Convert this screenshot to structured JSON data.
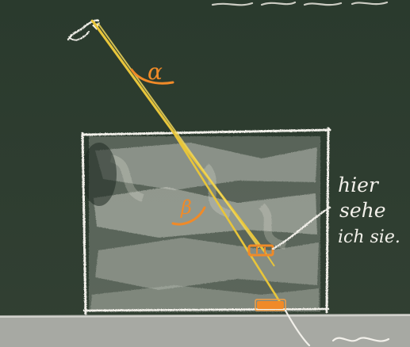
{
  "board": {
    "background_color": "#2f3a30",
    "chalk_color": "#f2f0ea",
    "ray_color": "#e8c53a",
    "angle_color": "#f08a28",
    "marker_color": "#f08a28"
  },
  "labels": {
    "angle_alpha": "α",
    "angle_beta": "β",
    "annotation_line1": "hier",
    "annotation_line2": "sehe",
    "annotation_line3": "ich sie."
  }
}
